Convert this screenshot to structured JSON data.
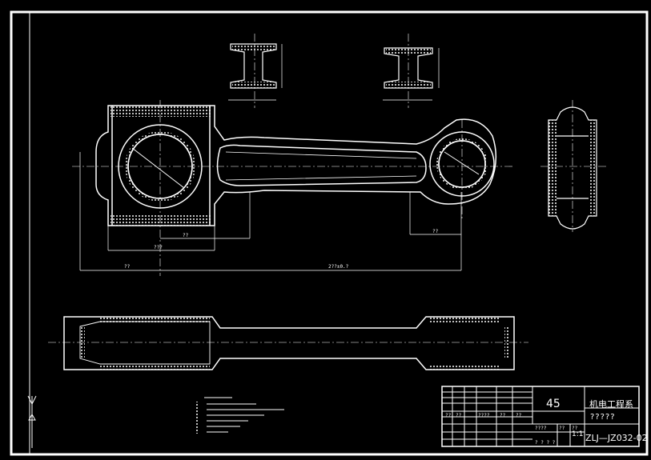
{
  "title_block": {
    "material": "45",
    "department": "机电工程系",
    "part_name": "?????",
    "scale": "1:1",
    "drawing_number": "ZLJ—JZ032-02",
    "cell_labels": [
      "??",
      "??",
      "????",
      "??",
      "??",
      "????",
      "??",
      "??",
      "? ? ? ?"
    ]
  },
  "dimensions": {
    "overall_length": "2??±0.?",
    "big_end_width": "???",
    "big_end_offset": "??",
    "bore": "??",
    "small_end": "??"
  },
  "colors": {
    "background": "#000000",
    "line": "#ffffff"
  }
}
